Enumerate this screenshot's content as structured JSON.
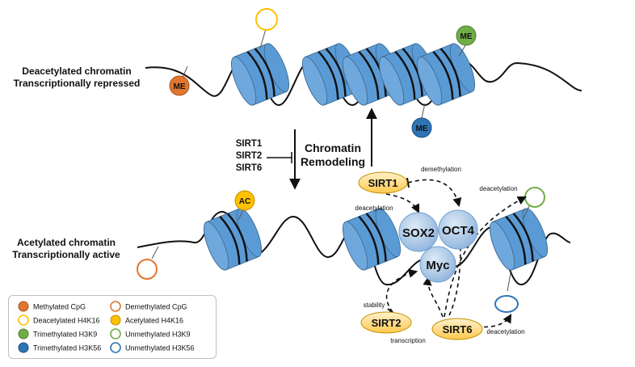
{
  "colors": {
    "nucleosome": "#5b9bd5",
    "nucleosome_dark": "#41719c",
    "methyl_cpg": "#e2762f",
    "h3k9_green": "#70ad47",
    "h3k56_blue": "#2e75b6",
    "h4k16_yellow": "#ffc000",
    "sirt_fill": "#ffd966",
    "tf_fill": "#9dc3e6"
  },
  "states": {
    "top_line1": "Deacetylated chromatin",
    "top_line2": "Transcriptionally repressed",
    "bottom_line1": "Acetylated chromatin",
    "bottom_line2": "Transcriptionally active"
  },
  "markers": {
    "me": "ME",
    "ac": "AC"
  },
  "remodeling": {
    "sirts": [
      "SIRT1",
      "SIRT2",
      "SIRT6"
    ],
    "line1": "Chromatin",
    "line2": "Remodeling"
  },
  "network": {
    "sirt1": "SIRT1",
    "sirt2": "SIRT2",
    "sirt6": "SIRT6",
    "sox2": "SOX2",
    "oct4": "OCT4",
    "myc": "Myc",
    "demethylation": "demethylation",
    "deacetylation_sox2": "deacetylation",
    "deacetylation_top": "deacetylation",
    "deacetylation_bottom": "deacetylation",
    "stability": "stability",
    "transcription": "transcription"
  },
  "legend": {
    "items": [
      "Methylated CpG",
      "Demethylated CpG",
      "Deacetylated H4K16",
      "Acetylated H4K16",
      "Trimethylated H3K9",
      "Unmethylated H3K9",
      "Trimethylated H3K56",
      "Unmethylated H3K56"
    ]
  }
}
